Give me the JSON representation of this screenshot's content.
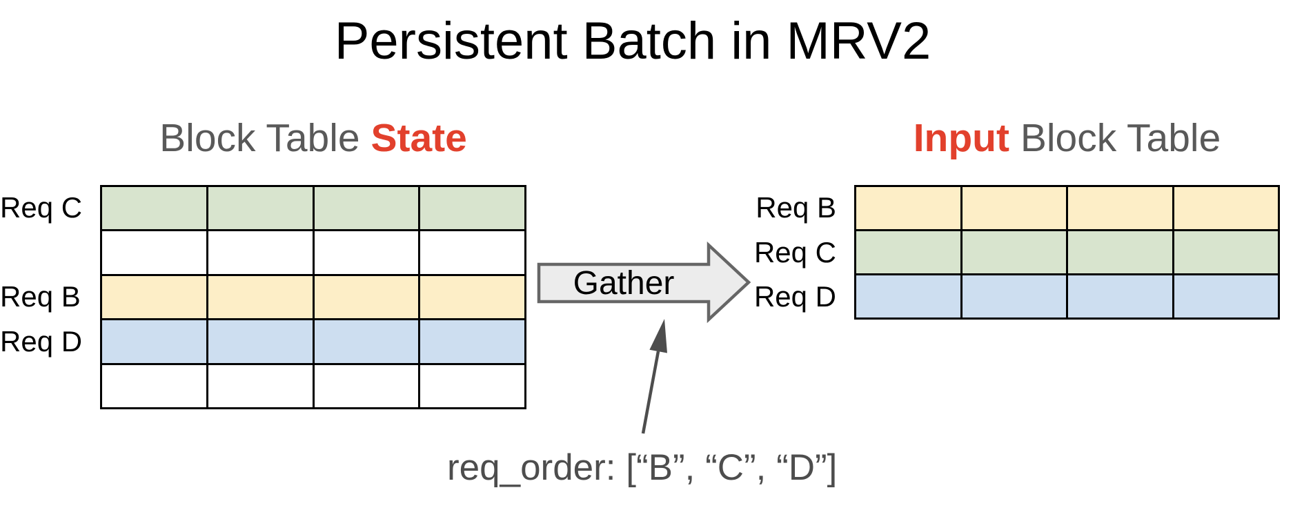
{
  "title": "Persistent Batch in MRV2",
  "left_table": {
    "heading_plain": "Block Table ",
    "heading_accent": "State",
    "columns": 4,
    "rows": [
      {
        "label": "Req C",
        "color": "green"
      },
      {
        "label": "",
        "color": "white"
      },
      {
        "label": "Req B",
        "color": "yellow"
      },
      {
        "label": "Req D",
        "color": "blue"
      },
      {
        "label": "",
        "color": "white"
      }
    ]
  },
  "right_table": {
    "heading_accent": "Input",
    "heading_plain": " Block Table",
    "columns": 4,
    "rows": [
      {
        "label": "Req B",
        "color": "yellow"
      },
      {
        "label": "Req C",
        "color": "green"
      },
      {
        "label": "Req D",
        "color": "blue"
      }
    ]
  },
  "gather_arrow": {
    "label": "Gather"
  },
  "annotation": {
    "text": "req_order: [“B”, “C”, “D”]"
  },
  "colors": {
    "green": "#d8e4ce",
    "yellow": "#fdeec7",
    "blue": "#cddef0",
    "white": "#ffffff",
    "accent_red": "#e2402c",
    "heading_gray": "#595959",
    "arrow_fill": "#ececec",
    "arrow_stroke": "#666666",
    "annotation_gray": "#4d4d4d"
  }
}
